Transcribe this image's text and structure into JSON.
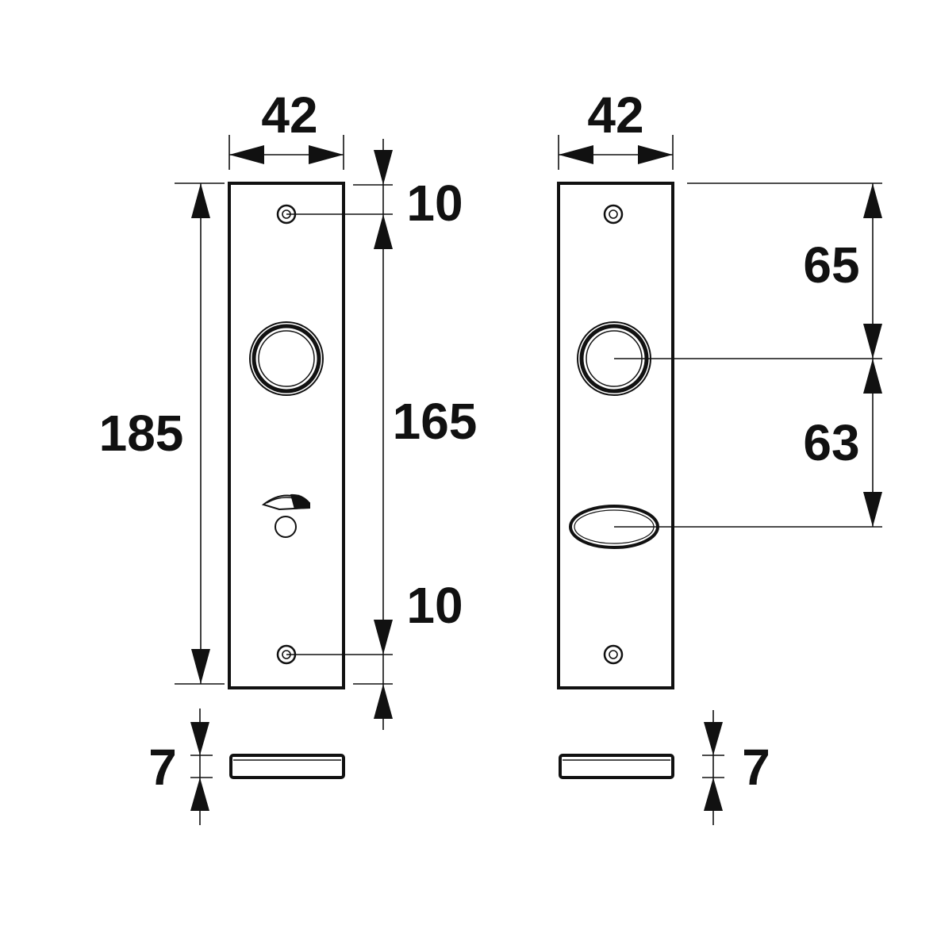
{
  "drawing": {
    "left_plate": {
      "width": "42",
      "height": "185",
      "hole_spacing": "165",
      "top_offset": "10",
      "bottom_offset": "10",
      "thickness": "7"
    },
    "right_plate": {
      "width": "42",
      "top_to_handle": "65",
      "handle_to_key": "63",
      "thickness": "7"
    },
    "colors": {
      "line": "#111111",
      "background": "#ffffff"
    }
  }
}
